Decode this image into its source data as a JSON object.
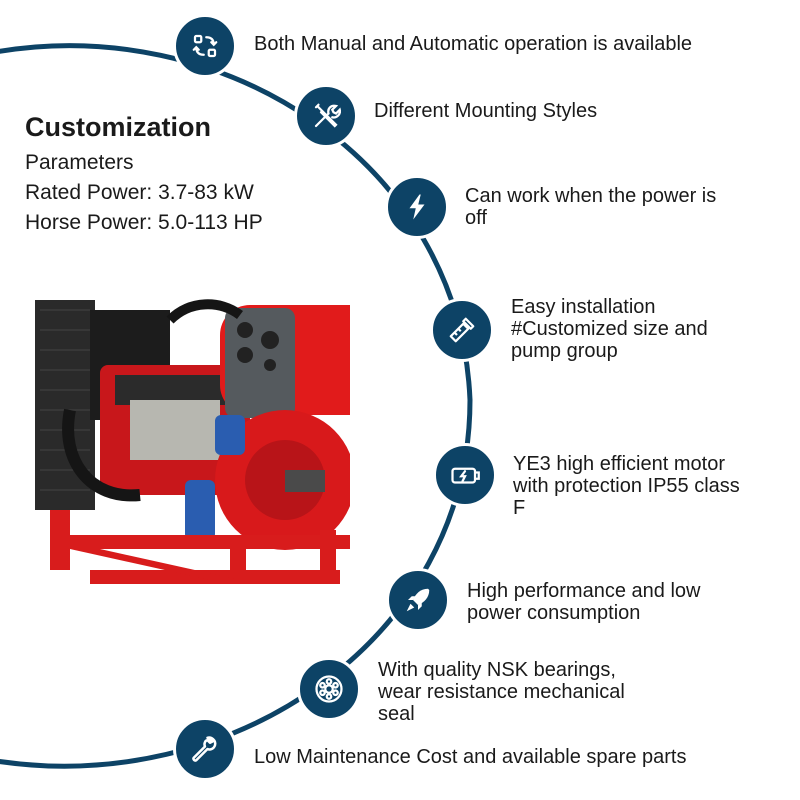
{
  "spec": {
    "title": "Customization",
    "lines": [
      "Parameters",
      "Rated Power: 3.7-83 kW",
      "Horse Power: 5.0-113 HP"
    ]
  },
  "colors": {
    "accent": "#0d4366",
    "engine_red": "#e01a1a",
    "frame_red": "#d81c1c"
  },
  "features": [
    {
      "icon": "sync-arrows-icon",
      "lines": [
        "Both Manual and Automatic operation is available"
      ]
    },
    {
      "icon": "tools-icon",
      "lines": [
        "Different Mounting Styles"
      ]
    },
    {
      "icon": "lightning-icon",
      "lines": [
        "Can work when the power is",
        "off"
      ]
    },
    {
      "icon": "ruler-pencil-icon",
      "lines": [
        "Easy installation",
        "#Customized size and",
        "pump group"
      ]
    },
    {
      "icon": "motor-icon",
      "lines": [
        "YE3 high efficient motor",
        "with protection IP55 class",
        "F"
      ]
    },
    {
      "icon": "rocket-icon",
      "lines": [
        "High performance and low",
        "power consumption"
      ]
    },
    {
      "icon": "bearing-icon",
      "lines": [
        "With quality NSK bearings,",
        "wear resistance mechanical",
        "seal"
      ]
    },
    {
      "icon": "wrench-icon",
      "lines": [
        "Low Maintenance Cost and available spare parts"
      ]
    }
  ]
}
